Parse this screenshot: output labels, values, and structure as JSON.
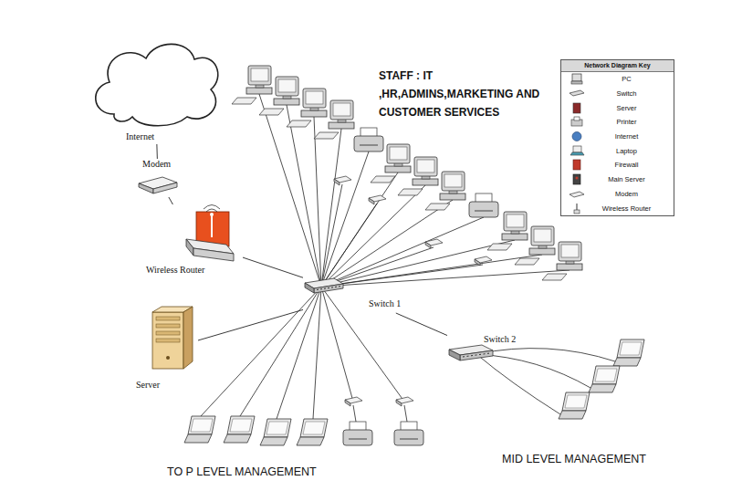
{
  "diagram": {
    "nodes": [
      {
        "text": [
          "Internet"
        ]
      },
      {
        "text": [
          "Modem"
        ]
      },
      {
        "text": [
          "Wireless Router"
        ]
      },
      {
        "text": [
          "Switch 1"
        ]
      },
      {
        "text": [
          "Server"
        ]
      },
      {
        "text": [
          "Switch 2"
        ]
      }
    ],
    "edges": [
      {
        "from": 0,
        "to": 1,
        "arrow": "none"
      },
      {
        "from": 1,
        "to": 2,
        "arrow": "none"
      },
      {
        "from": 2,
        "to": 3,
        "arrow": "none"
      },
      {
        "from": 3,
        "to": 4,
        "arrow": "none"
      },
      {
        "from": 3,
        "to": 5,
        "arrow": "none"
      }
    ],
    "labels": [
      "STAFF : IT ,HR,ADMINS,MARKETING AND CUSTOMER SERVICES",
      "TO P LEVEL MANAGEMENT",
      "MID LEVEL MANAGEMENT",
      "Network Diagram Key"
    ],
    "legend": [
      {
        "text": "PC"
      },
      {
        "text": "Switch"
      },
      {
        "text": "Server"
      },
      {
        "text": "Printer"
      },
      {
        "text": "Internet"
      },
      {
        "text": "Laptop"
      },
      {
        "text": "Firewall"
      },
      {
        "text": "Main Server"
      },
      {
        "text": "Modem"
      },
      {
        "text": "Wireless Router"
      }
    ]
  }
}
